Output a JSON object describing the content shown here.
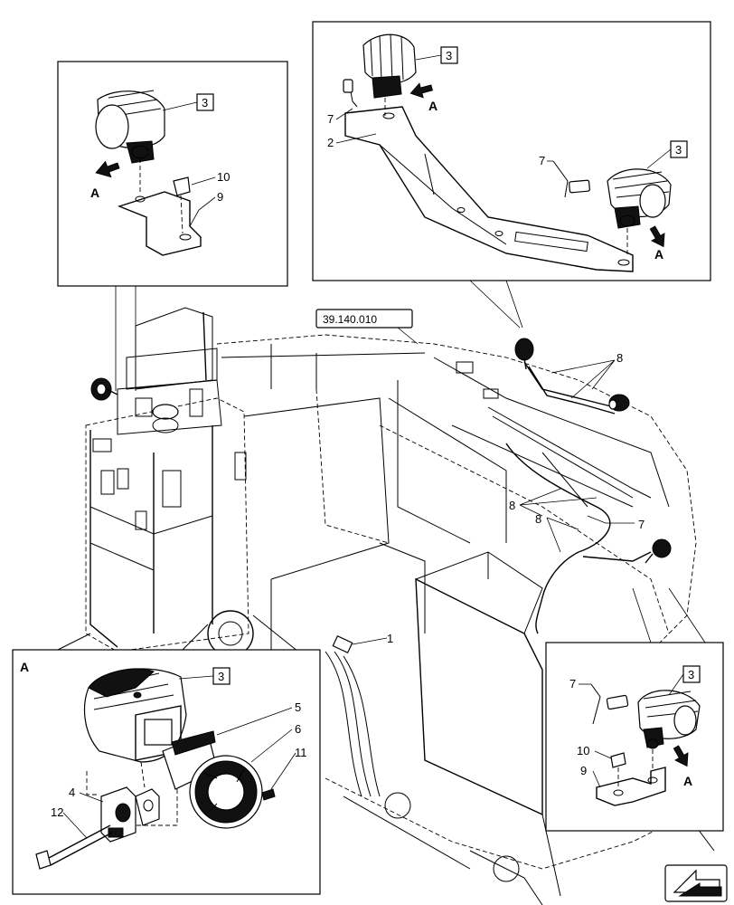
{
  "reference": "39.140.010",
  "callouts": {
    "tl_3": "3",
    "tl_10": "10",
    "tl_9": "9",
    "tl_A": "A",
    "tr_3a": "3",
    "tr_3b": "3",
    "tr_7a": "7",
    "tr_7b": "7",
    "tr_2": "2",
    "tr_Aa": "A",
    "tr_Ab": "A",
    "main_8a": "8",
    "main_8b": "8",
    "main_8c": "8",
    "main_7": "7",
    "main_1": "1",
    "bl_title": "A",
    "bl_3": "3",
    "bl_5": "5",
    "bl_6": "6",
    "bl_11": "11",
    "bl_4": "4",
    "bl_12": "12",
    "br_3": "3",
    "br_7": "7",
    "br_10": "10",
    "br_9": "9",
    "br_A": "A"
  },
  "icons": [
    "work-lamp-icon",
    "arrow-view-icon",
    "navigation-arrow-icon"
  ]
}
